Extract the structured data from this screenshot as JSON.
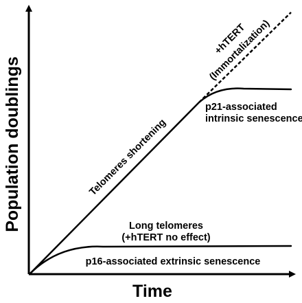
{
  "axes": {
    "x_title": "Time",
    "y_title": "Population doublings"
  },
  "annotations": {
    "telomeres_shortening": "Telomeres shortening",
    "htert": "+hTERT",
    "immortalization": "(Immortalization)",
    "p21_line1": "p21-associated",
    "p21_line2": "intrinsic senescence",
    "long_telomeres_line1": "Long telomeres",
    "long_telomeres_line2": "(+hTERT no effect)",
    "p16": "p16-associated extrinsic senescence"
  },
  "colors": {
    "ink": "#000000",
    "background": "#ffffff"
  }
}
